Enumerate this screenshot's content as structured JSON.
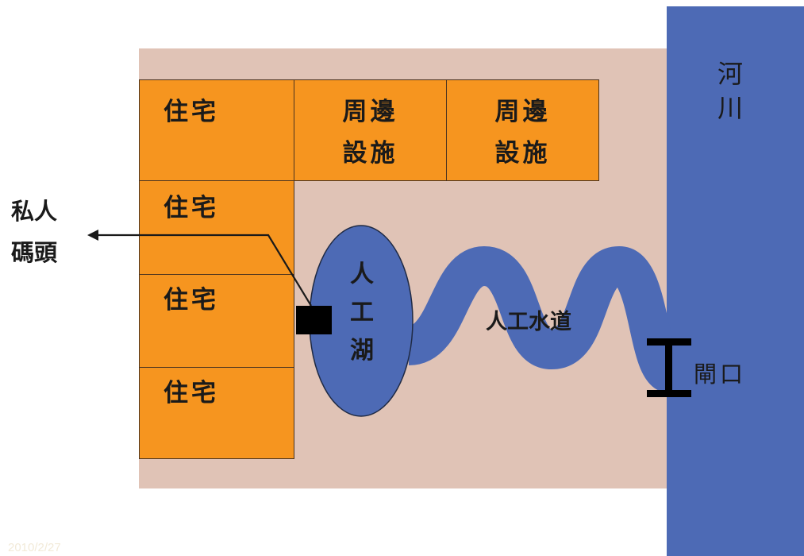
{
  "diagram": {
    "river": [
      "河",
      "川"
    ],
    "lots": {
      "house_1": "住宅",
      "house_2": "住宅",
      "house_3": "住宅",
      "house_4": "住宅",
      "facility_1": [
        "周邊",
        "設施"
      ],
      "facility_2": [
        "周邊",
        "設施"
      ]
    },
    "private_pier": [
      "私人",
      "碼頭"
    ],
    "lake": [
      "人",
      "工",
      "湖"
    ],
    "canal": "人工水道",
    "gate": "閘口",
    "date": "2010/2/27"
  },
  "colors": {
    "land": "#e0c3b6",
    "water": "#4d6ab5",
    "lot": "#f6951f",
    "pier": "#000000"
  }
}
